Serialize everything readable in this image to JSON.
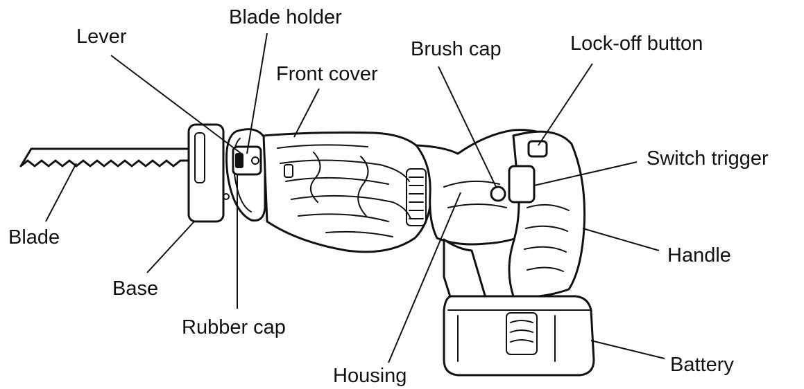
{
  "labels": {
    "lever": "Lever",
    "blade_holder": "Blade holder",
    "front_cover": "Front cover",
    "brush_cap": "Brush cap",
    "lock_off_button": "Lock-off button",
    "switch_trigger": "Switch trigger",
    "handle": "Handle",
    "blade": "Blade",
    "base": "Base",
    "rubber_cap": "Rubber cap",
    "housing": "Housing",
    "battery": "Battery"
  },
  "colors": {
    "ink": "#111111",
    "background": "#ffffff"
  }
}
